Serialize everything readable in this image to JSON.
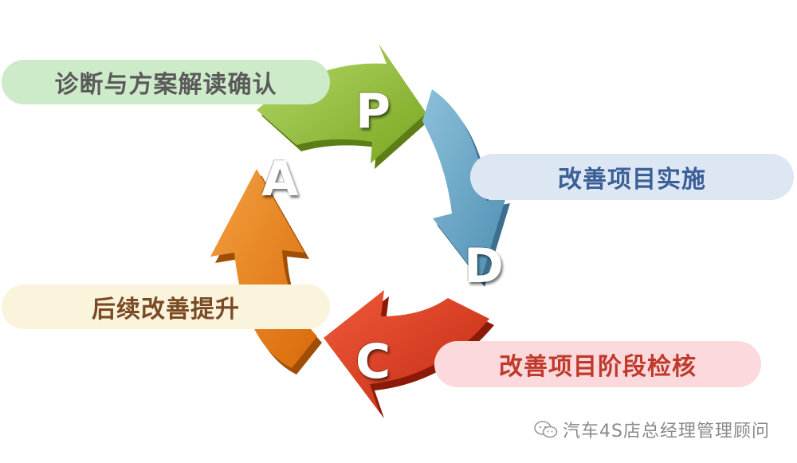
{
  "stages": {
    "p": {
      "letter": "P",
      "label": "诊断与方案解读确认"
    },
    "d": {
      "letter": "D",
      "label": "改善项目实施"
    },
    "c": {
      "letter": "C",
      "label": "改善项目阶段检核"
    },
    "a": {
      "letter": "A",
      "label": "后续改善提升"
    }
  },
  "colors": {
    "p_arrow": "#8fbc2b",
    "p_pill_bg": "#cdeac9",
    "p_text": "#5f5f5f",
    "d_arrow": "#5b9bbd",
    "d_pill_bg": "#dde6f3",
    "d_text": "#3b5f97",
    "c_arrow": "#d9341b",
    "c_pill_bg": "#fbd9dc",
    "c_text": "#c0392b",
    "a_arrow": "#e27d12",
    "a_pill_bg": "#fbf4dc",
    "a_text": "#7a4a25"
  },
  "watermark": {
    "text": "汽车4S店总经理管理顾问",
    "icon": "wechat-icon"
  }
}
